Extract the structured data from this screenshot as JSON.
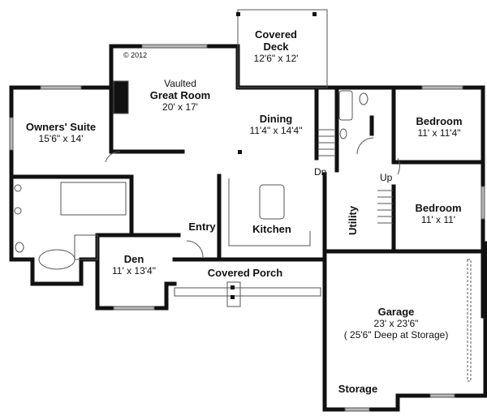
{
  "plan": {
    "copyright": "© 2012",
    "rooms": {
      "covered_deck": {
        "name_1": "Covered",
        "name_2": "Deck",
        "dim": "12'6\" x 12'"
      },
      "great_room": {
        "prefix": "Vaulted",
        "name": "Great Room",
        "dim": "20' x 17'"
      },
      "owners_suite": {
        "name": "Owners' Suite",
        "dim": "15'6\" x 14'"
      },
      "dining": {
        "name": "Dining",
        "dim": "11'4\" x 14'4\""
      },
      "bedroom_1": {
        "name": "Bedroom",
        "dim": "11' x 11'4\""
      },
      "bedroom_2": {
        "name": "Bedroom",
        "dim": "11' x 11'"
      },
      "kitchen": {
        "name": "Kitchen"
      },
      "entry": {
        "name": "Entry"
      },
      "utility": {
        "name": "Utility"
      },
      "den": {
        "name": "Den",
        "dim": "11' x 13'4\""
      },
      "covered_porch": {
        "name": "Covered Porch"
      },
      "garage": {
        "name": "Garage",
        "dim": "23' x 23'6\"",
        "note": "( 25'6\" Deep at Storage)"
      },
      "storage": {
        "name": "Storage"
      }
    },
    "stairs": {
      "down": "Dn",
      "up": "Up"
    },
    "colors": {
      "wall": "#111111",
      "window": "#b8b8b8",
      "line": "#555555"
    }
  }
}
